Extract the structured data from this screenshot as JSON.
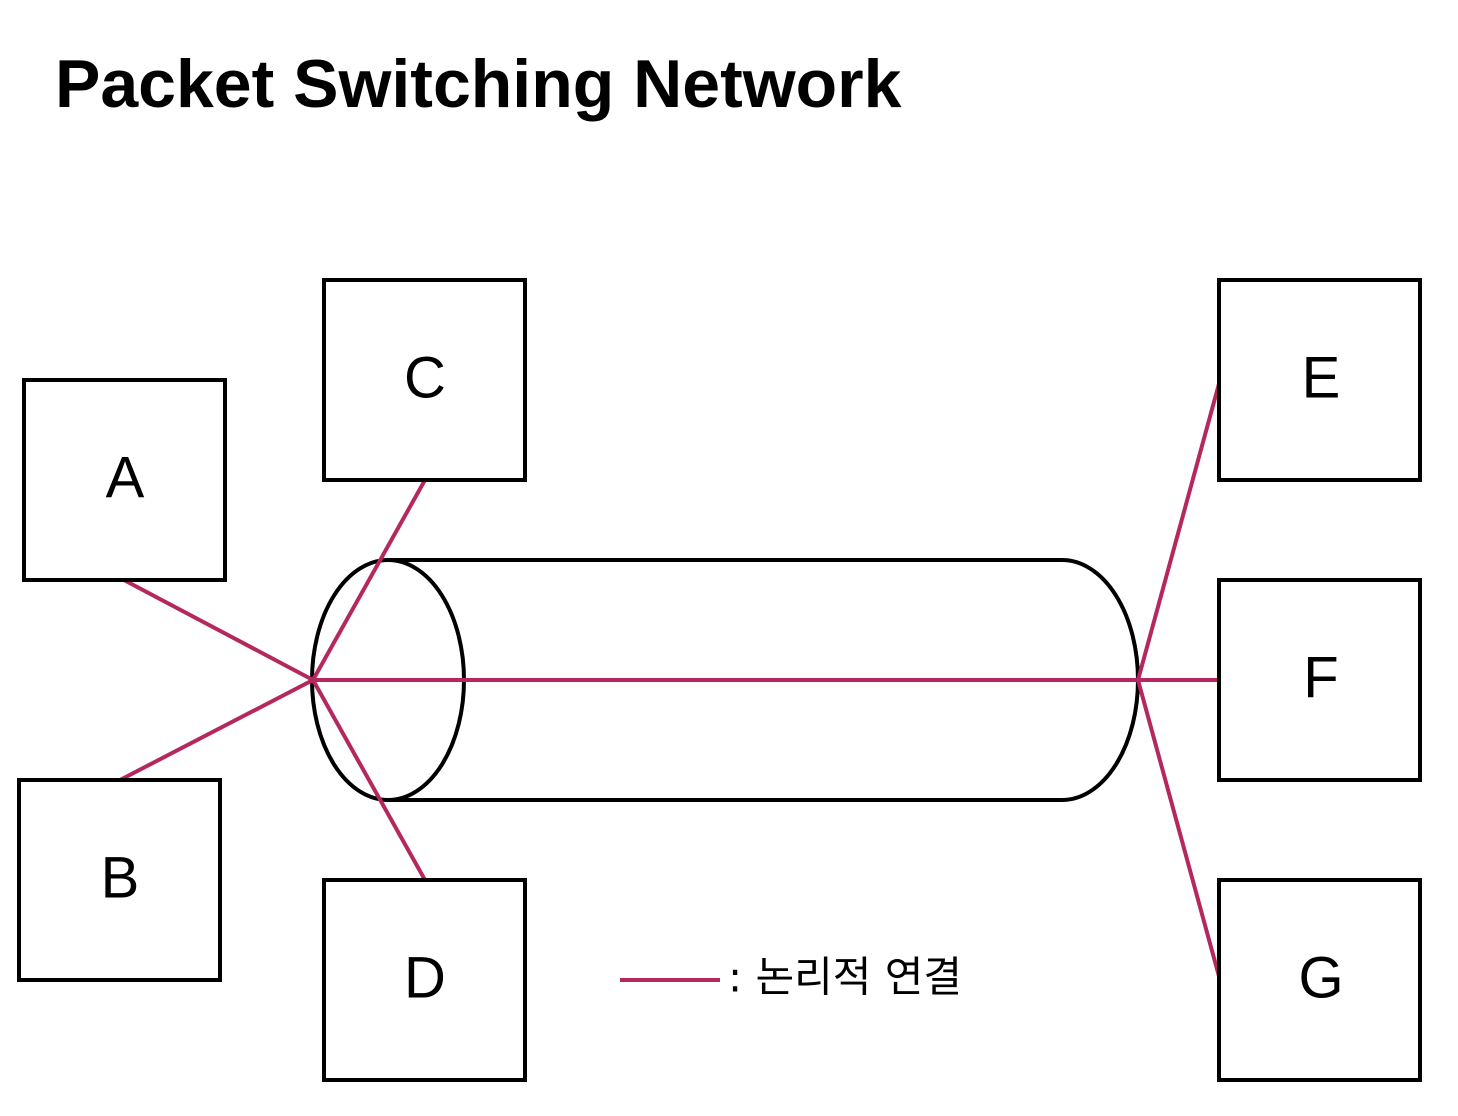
{
  "title": "Packet Switching Network",
  "colors": {
    "link": "#b5285e",
    "outline": "#000000"
  },
  "nodes": {
    "a": "A",
    "b": "B",
    "c": "C",
    "d": "D",
    "e": "E",
    "f": "F",
    "g": "G"
  },
  "legend": {
    "text": ": 논리적 연결"
  }
}
